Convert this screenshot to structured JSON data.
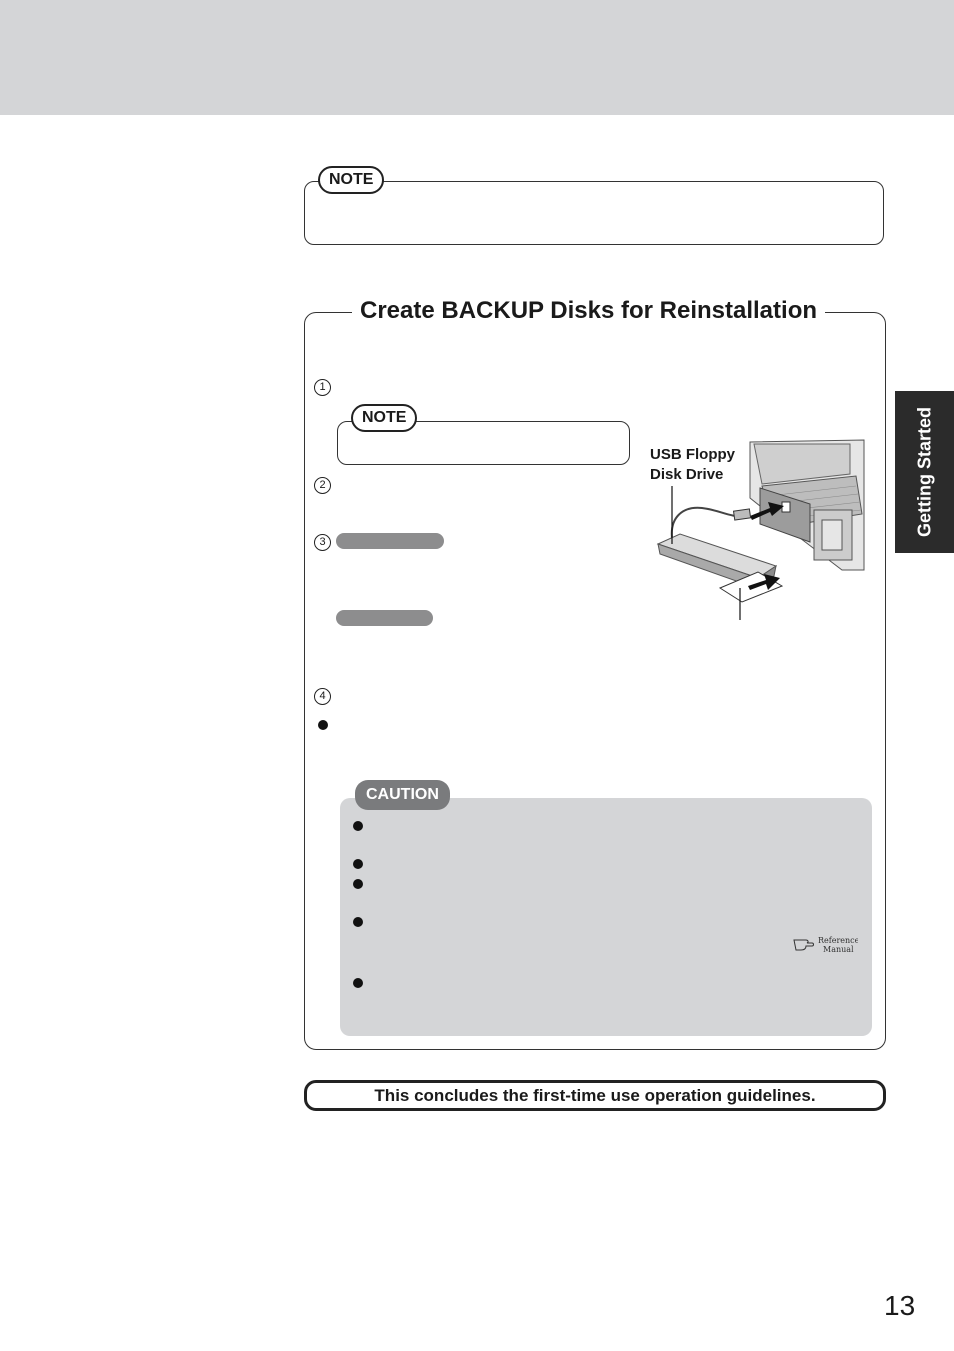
{
  "note_top": {
    "label": "NOTE"
  },
  "section": {
    "title": "Create BACKUP Disks for Reinstallation",
    "steps": [
      "1",
      "2",
      "3",
      "4"
    ],
    "inner_note_label": "NOTE",
    "figure_label_line1": "USB Floppy",
    "figure_label_line2": "Disk Drive"
  },
  "caution": {
    "label": "CAUTION"
  },
  "reference_icon": {
    "icon": "pointing-hand-icon",
    "line1": "Reference",
    "line2": "Manual"
  },
  "conclusion": "This concludes the first-time use operation guidelines.",
  "side_tab": "Getting Started",
  "page_number": "13",
  "colors": {
    "band": "#d4d5d7",
    "caution_bg": "#d4d5d7",
    "caution_tag": "#7a7b7d",
    "tab_bg": "#2b2b2b"
  }
}
